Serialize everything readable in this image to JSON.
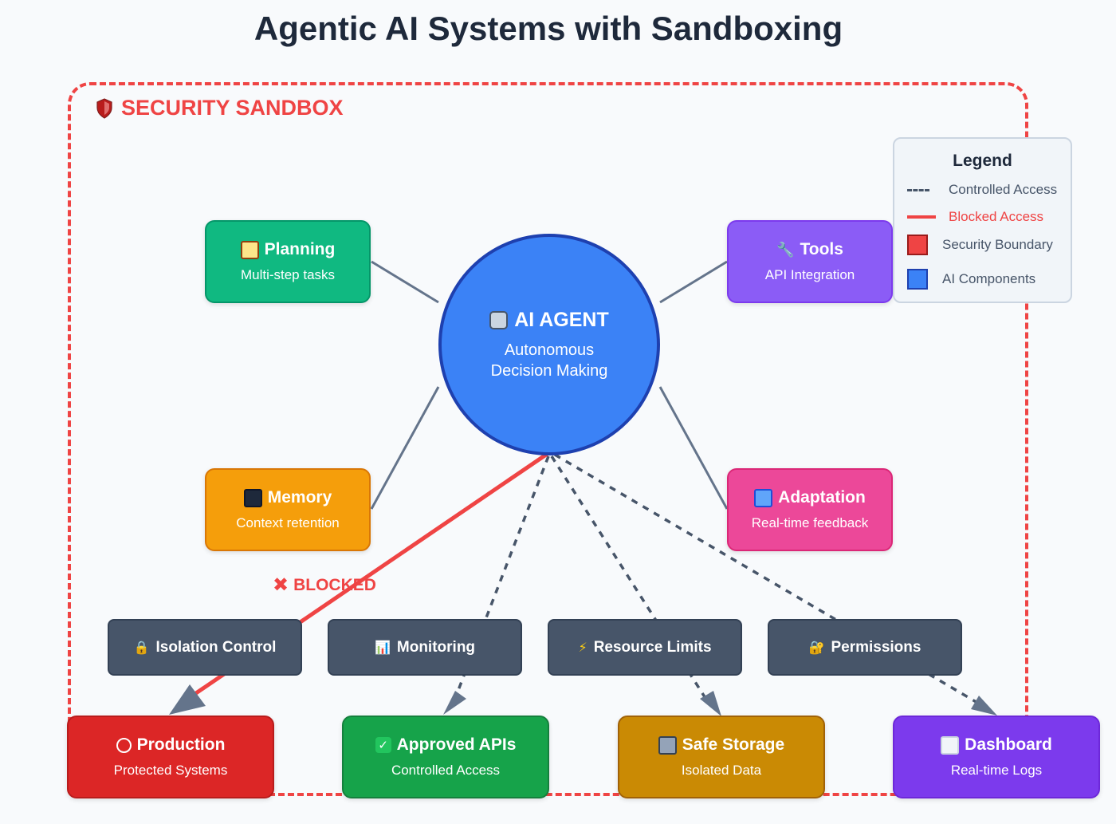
{
  "title": "Agentic AI Systems with Sandboxing",
  "sandbox": {
    "label": "SECURITY SANDBOX",
    "icon": "shield-icon",
    "color": "#ef4444"
  },
  "agent": {
    "title": "AI AGENT",
    "subtitle_line1": "Autonomous",
    "subtitle_line2": "Decision Making",
    "icon": "robot-icon",
    "color": "#3b82f6"
  },
  "capabilities": [
    {
      "id": "planning",
      "title": "Planning",
      "subtitle": "Multi-step tasks",
      "icon": "clipboard-icon",
      "color": "#10b981"
    },
    {
      "id": "tools",
      "title": "Tools",
      "subtitle": "API Integration",
      "icon": "wrench-icon",
      "color": "#8b5cf6"
    },
    {
      "id": "memory",
      "title": "Memory",
      "subtitle": "Context retention",
      "icon": "floppy-disk-icon",
      "color": "#f59e0b"
    },
    {
      "id": "adaptation",
      "title": "Adaptation",
      "subtitle": "Real-time feedback",
      "icon": "refresh-icon",
      "color": "#ec4899"
    }
  ],
  "controls": [
    {
      "label": "Isolation Control",
      "icon": "lock-icon"
    },
    {
      "label": "Monitoring",
      "icon": "bar-chart-icon"
    },
    {
      "label": "Resource Limits",
      "icon": "lightning-icon"
    },
    {
      "label": "Permissions",
      "icon": "key-lock-icon"
    }
  ],
  "blocked_label": "BLOCKED",
  "targets": [
    {
      "id": "production",
      "title": "Production",
      "subtitle": "Protected Systems",
      "icon": "no-entry-icon",
      "color": "#dc2626"
    },
    {
      "id": "approved-apis",
      "title": "Approved APIs",
      "subtitle": "Controlled Access",
      "icon": "check-mark-icon",
      "color": "#16a34a"
    },
    {
      "id": "safe-storage",
      "title": "Safe Storage",
      "subtitle": "Isolated Data",
      "icon": "cabinet-icon",
      "color": "#ca8a04"
    },
    {
      "id": "dashboard",
      "title": "Dashboard",
      "subtitle": "Real-time Logs",
      "icon": "trend-chart-icon",
      "color": "#7c3aed"
    }
  ],
  "legend": {
    "title": "Legend",
    "items": [
      {
        "label": "Controlled Access",
        "kind": "dash",
        "color": "#475569"
      },
      {
        "label": "Blocked Access",
        "kind": "line",
        "color": "#ef4444"
      },
      {
        "label": "Security Boundary",
        "kind": "box",
        "color": "#ef4444"
      },
      {
        "label": "AI Components",
        "kind": "box",
        "color": "#3b82f6"
      }
    ]
  }
}
